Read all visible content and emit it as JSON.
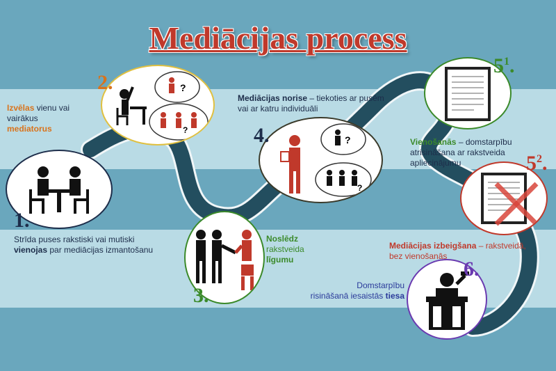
{
  "title": "Mediācijas process",
  "steps": {
    "s1": {
      "num": "1.",
      "line1": "Strīda puses rakstiski vai mutiski",
      "bold": "vienojas",
      "rest": " par mediācijas izmantošanu"
    },
    "s2": {
      "num": "2.",
      "bold1": "Izvēlas",
      "mid": " vienu vai vairākus",
      "bold2": "mediatorus"
    },
    "s3": {
      "num": "3.",
      "bold1": "Noslēdz",
      "line2": "rakstveida",
      "bold2": "līgumu"
    },
    "s4": {
      "num": "4.",
      "bold": "Mediācijas norise",
      "rest": " – tiekoties ar pusēm",
      "line2": "vai ar katru individuāli"
    },
    "s51": {
      "num": "5",
      "sup": "1",
      "dot": ".",
      "bold": "Vienošanās",
      "rest": " – domstarpību",
      "line2": "atrisināšana ar rakstveida",
      "line3": "apliecinājumu"
    },
    "s52": {
      "num": "5",
      "sup": "2",
      "dot": ".",
      "bold": "Mediācijas izbeigšana",
      "rest": " – rakstveidā,",
      "line2": "bez vienošanās"
    },
    "s6": {
      "num": "6.",
      "line1": "Domstarpību",
      "line2": "risināšanā iesaistās",
      "bold": "tiesa"
    }
  },
  "colors": {
    "band_light": "#b9dbe5",
    "band_dark": "#6aa7bd",
    "road": "#234e5f",
    "orange": "#d9731c",
    "green": "#3b8a2a",
    "red": "#c0392b",
    "purple": "#6a3ab0",
    "navy": "#1d2d4a"
  },
  "icons": [
    "people-at-table-icon",
    "raising-hand-icon",
    "person-question-icon",
    "group-question-icon",
    "handshake-icon",
    "speaker-icon",
    "document-icon",
    "crossed-document-icon",
    "judge-icon"
  ]
}
